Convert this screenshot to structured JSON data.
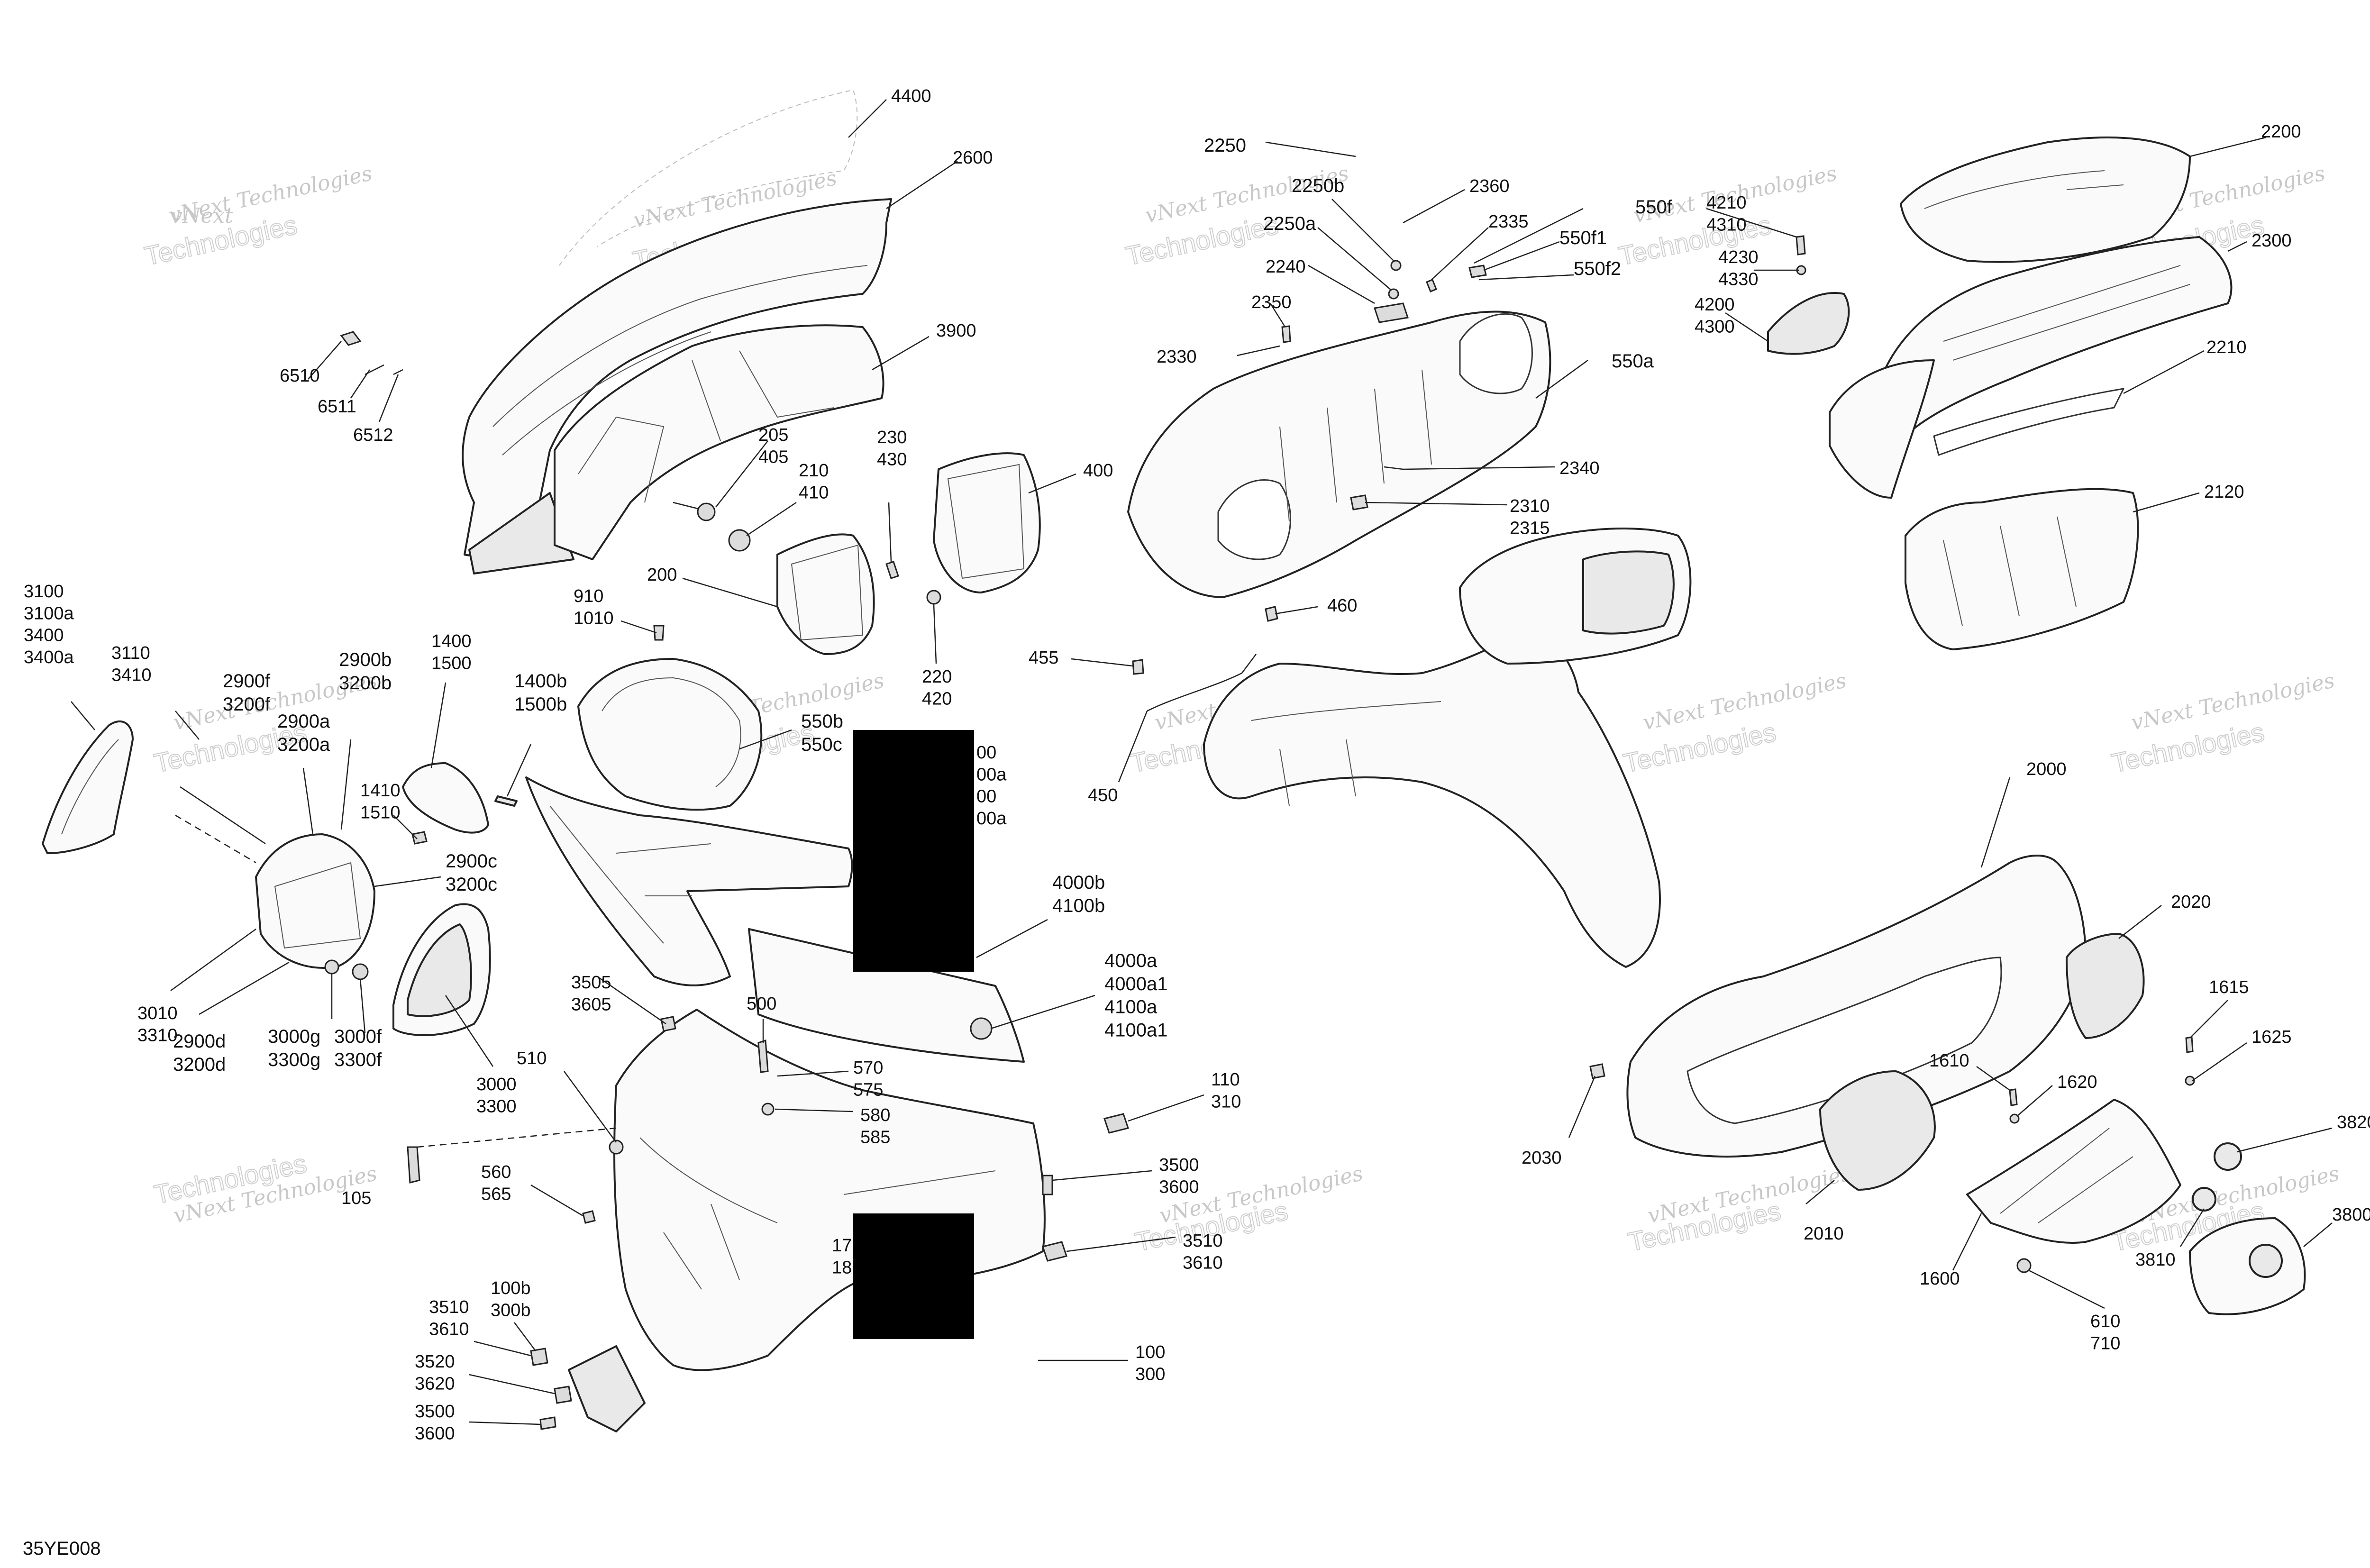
{
  "diagram_id": "35YE008",
  "watermark": {
    "line1": "vNext",
    "line2": "Technologies",
    "text": "vNext Technologies"
  },
  "labels": [
    {
      "id": "l4400",
      "lines": [
        "4400"
      ]
    },
    {
      "id": "l2600",
      "lines": [
        "2600"
      ]
    },
    {
      "id": "l3900",
      "lines": [
        "3900"
      ]
    },
    {
      "id": "l6510",
      "lines": [
        "6510"
      ]
    },
    {
      "id": "l6511",
      "lines": [
        "6511"
      ]
    },
    {
      "id": "l6512",
      "lines": [
        "6512"
      ]
    },
    {
      "id": "l205",
      "lines": [
        "205",
        "405"
      ]
    },
    {
      "id": "l210",
      "lines": [
        "210",
        "410"
      ]
    },
    {
      "id": "l230",
      "lines": [
        "230",
        "430"
      ]
    },
    {
      "id": "l400",
      "lines": [
        "400"
      ]
    },
    {
      "id": "l200",
      "lines": [
        "200"
      ]
    },
    {
      "id": "l910",
      "lines": [
        "910",
        "1010"
      ]
    },
    {
      "id": "l220",
      "lines": [
        "220",
        "420"
      ]
    },
    {
      "id": "l3100",
      "lines": [
        "3100",
        "3100a",
        "3400",
        "3400a"
      ]
    },
    {
      "id": "l3110",
      "lines": [
        "3110",
        "3410"
      ]
    },
    {
      "id": "l2900f",
      "lines": [
        "2900f",
        "3200f"
      ]
    },
    {
      "id": "l2900b",
      "lines": [
        "2900b",
        "3200b"
      ]
    },
    {
      "id": "l2900a",
      "lines": [
        "2900a",
        "3200a"
      ]
    },
    {
      "id": "l1400",
      "lines": [
        "1400",
        "1500"
      ]
    },
    {
      "id": "l1400b",
      "lines": [
        "1400b",
        "1500b"
      ]
    },
    {
      "id": "l1410",
      "lines": [
        "1410",
        "1510"
      ]
    },
    {
      "id": "l550b",
      "lines": [
        "550b",
        "550c"
      ]
    },
    {
      "id": "l2900c",
      "lines": [
        "2900c",
        "3200c"
      ]
    },
    {
      "id": "l3010",
      "lines": [
        "3010",
        "3310"
      ]
    },
    {
      "id": "l2900d",
      "lines": [
        "2900d",
        "3200d"
      ]
    },
    {
      "id": "l3000g",
      "lines": [
        "3000g",
        "3300g"
      ]
    },
    {
      "id": "l3000f",
      "lines": [
        "3000f",
        "3300f"
      ]
    },
    {
      "id": "l3000",
      "lines": [
        "3000",
        "3300"
      ]
    },
    {
      "id": "l4000b",
      "lines": [
        "4000b",
        "4100b"
      ]
    },
    {
      "id": "l4000a",
      "lines": [
        "4000a",
        "4000a1",
        "4100a",
        "4100a1"
      ]
    },
    {
      "id": "l3505",
      "lines": [
        "3505",
        "3605"
      ]
    },
    {
      "id": "l500",
      "lines": [
        "500"
      ]
    },
    {
      "id": "l570",
      "lines": [
        "570",
        "575"
      ]
    },
    {
      "id": "l580",
      "lines": [
        "580",
        "585"
      ]
    },
    {
      "id": "l510",
      "lines": [
        "510"
      ]
    },
    {
      "id": "l105",
      "lines": [
        "105"
      ]
    },
    {
      "id": "l560",
      "lines": [
        "560",
        "565"
      ]
    },
    {
      "id": "l110",
      "lines": [
        "110",
        "310"
      ]
    },
    {
      "id": "l3500a",
      "lines": [
        "3500",
        "3600"
      ]
    },
    {
      "id": "l3510a",
      "lines": [
        "3510",
        "3610"
      ]
    },
    {
      "id": "l100b",
      "lines": [
        "100b",
        "300b"
      ]
    },
    {
      "id": "l3510b",
      "lines": [
        "3510",
        "3610"
      ]
    },
    {
      "id": "l3520",
      "lines": [
        "3520",
        "3620"
      ]
    },
    {
      "id": "l3500b",
      "lines": [
        "3500",
        "3600"
      ]
    },
    {
      "id": "l100",
      "lines": [
        "100",
        "300"
      ]
    },
    {
      "id": "l2250",
      "lines": [
        "2250"
      ]
    },
    {
      "id": "l2250b",
      "lines": [
        "2250b"
      ]
    },
    {
      "id": "l2360",
      "lines": [
        "2360"
      ]
    },
    {
      "id": "l2250a",
      "lines": [
        "2250a"
      ]
    },
    {
      "id": "l2335",
      "lines": [
        "2335"
      ]
    },
    {
      "id": "l2240",
      "lines": [
        "2240"
      ]
    },
    {
      "id": "l2350",
      "lines": [
        "2350"
      ]
    },
    {
      "id": "l2330",
      "lines": [
        "2330"
      ]
    },
    {
      "id": "l550f",
      "lines": [
        "550f"
      ]
    },
    {
      "id": "l550f1",
      "lines": [
        "550f1"
      ]
    },
    {
      "id": "l550f2",
      "lines": [
        "550f2"
      ]
    },
    {
      "id": "l4210",
      "lines": [
        "4210",
        "4310"
      ]
    },
    {
      "id": "l4230",
      "lines": [
        "4230",
        "4330"
      ]
    },
    {
      "id": "l4200",
      "lines": [
        "4200",
        "4300"
      ]
    },
    {
      "id": "l550a",
      "lines": [
        "550a"
      ]
    },
    {
      "id": "l2340",
      "lines": [
        "2340"
      ]
    },
    {
      "id": "l2310",
      "lines": [
        "2310",
        "2315"
      ]
    },
    {
      "id": "l460",
      "lines": [
        "460"
      ]
    },
    {
      "id": "l455",
      "lines": [
        "455"
      ]
    },
    {
      "id": "l450",
      "lines": [
        "450"
      ]
    },
    {
      "id": "l2200",
      "lines": [
        "2200"
      ]
    },
    {
      "id": "l2300",
      "lines": [
        "2300"
      ]
    },
    {
      "id": "l2210",
      "lines": [
        "2210"
      ]
    },
    {
      "id": "l2120",
      "lines": [
        "2120"
      ]
    },
    {
      "id": "l2000",
      "lines": [
        "2000"
      ]
    },
    {
      "id": "l2020",
      "lines": [
        "2020"
      ]
    },
    {
      "id": "l2030",
      "lines": [
        "2030"
      ]
    },
    {
      "id": "l2010",
      "lines": [
        "2010"
      ]
    },
    {
      "id": "l1615",
      "lines": [
        "1615"
      ]
    },
    {
      "id": "l1625",
      "lines": [
        "1625"
      ]
    },
    {
      "id": "l1610",
      "lines": [
        "1610"
      ]
    },
    {
      "id": "l1620",
      "lines": [
        "1620"
      ]
    },
    {
      "id": "l1600",
      "lines": [
        "1600"
      ]
    },
    {
      "id": "l610",
      "lines": [
        "610",
        "710"
      ]
    },
    {
      "id": "l3820",
      "lines": [
        "3820"
      ]
    },
    {
      "id": "l3800",
      "lines": [
        "3800"
      ]
    },
    {
      "id": "l3810",
      "lines": [
        "3810"
      ]
    },
    {
      "id": "lpartA",
      "lines": [
        "00",
        "00a",
        "00",
        "00a"
      ]
    },
    {
      "id": "lpartB",
      "lines": [
        "17",
        "18"
      ]
    }
  ]
}
